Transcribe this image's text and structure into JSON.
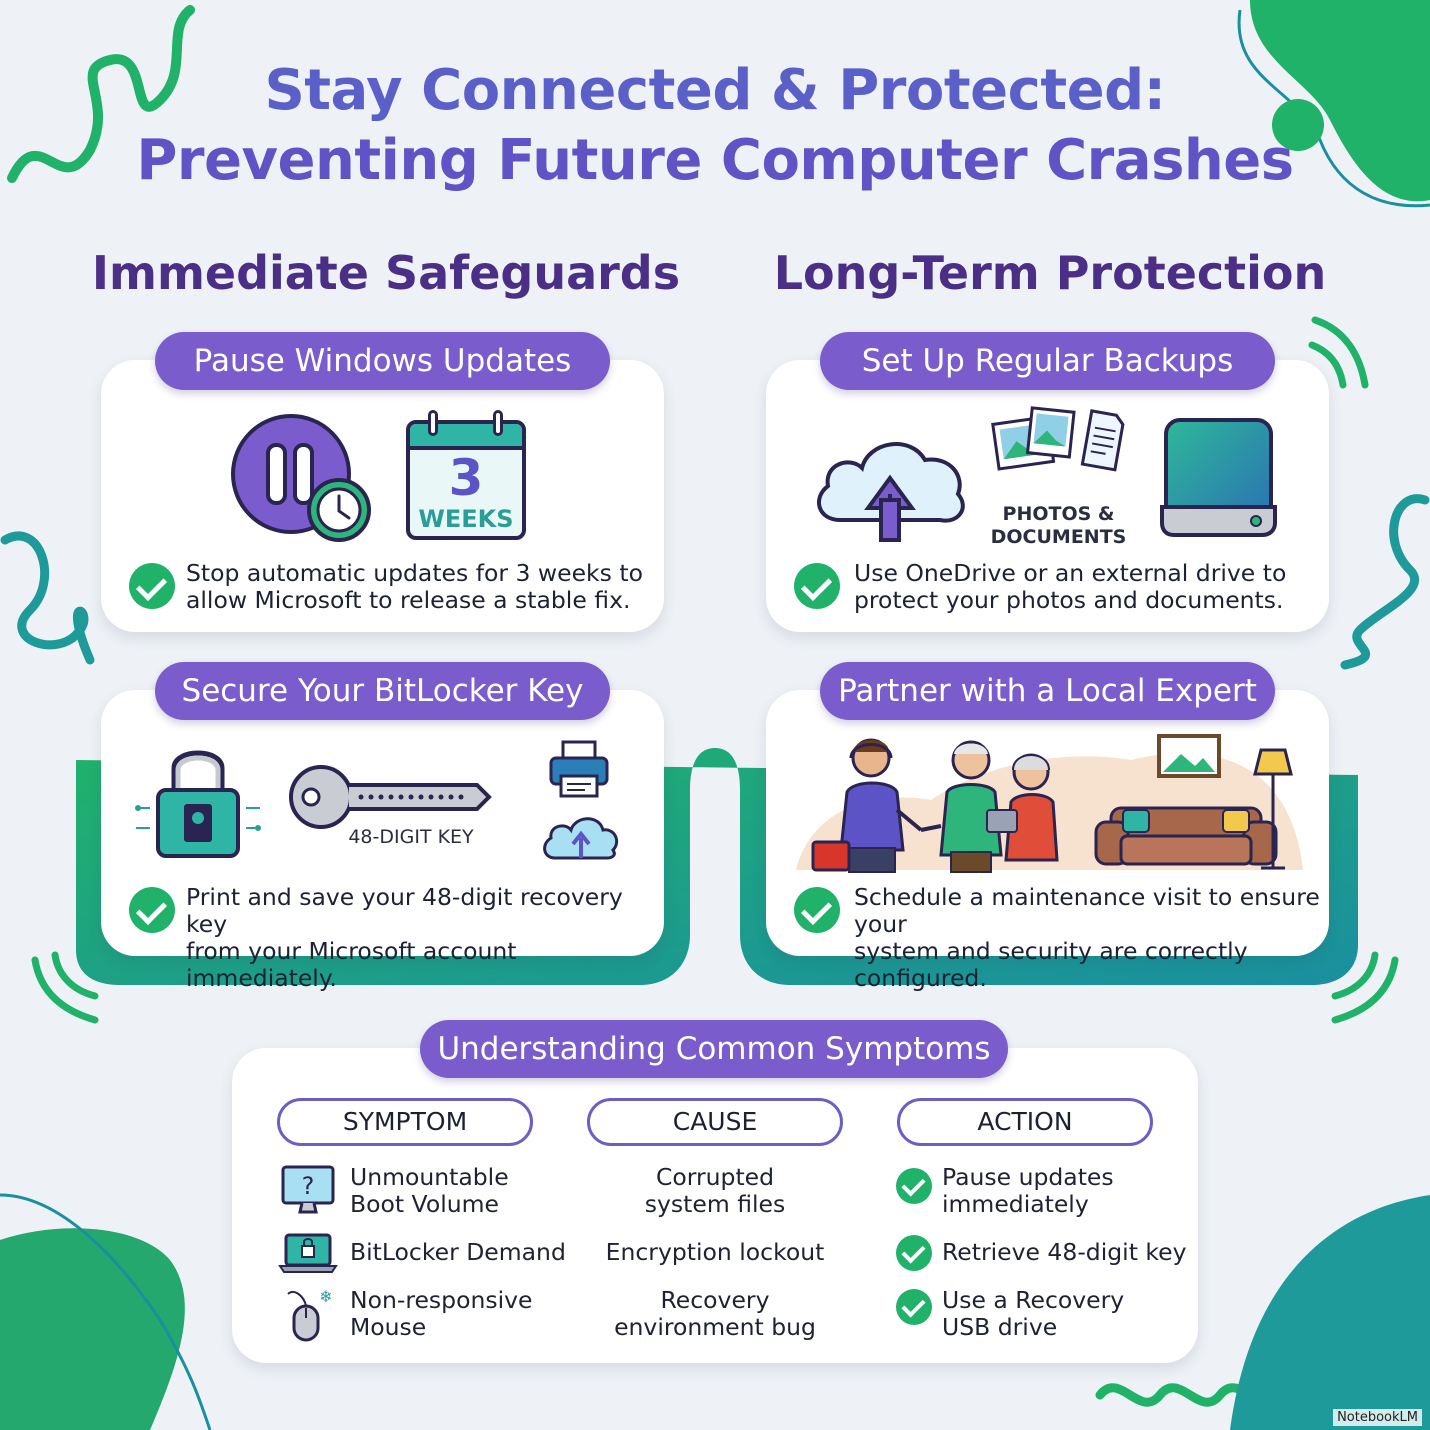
{
  "title": {
    "line1": "Stay Connected & Protected:",
    "line2": "Preventing Future Computer Crashes"
  },
  "left_heading": "Immediate Safeguards",
  "right_heading": "Long-Term Protection",
  "cards": {
    "pause_updates": {
      "title": "Pause Windows Updates",
      "calendar_number": "3",
      "calendar_unit": "WEEKS",
      "text_line1": "Stop automatic updates for 3 weeks to",
      "text_line2": "allow Microsoft to release a stable fix."
    },
    "backups": {
      "title": "Set Up Regular Backups",
      "label_line1": "PHOTOS &",
      "label_line2": "DOCUMENTS",
      "text_line1": "Use OneDrive or an external drive to",
      "text_line2": "protect your photos and documents."
    },
    "bitlocker": {
      "title": "Secure Your BitLocker Key",
      "key_label": "48-DIGIT KEY",
      "text_line1": "Print and save your 48-digit recovery key",
      "text_line2": "from your Microsoft account immediately."
    },
    "expert": {
      "title": "Partner with a Local Expert",
      "text_line1": "Schedule a maintenance visit to ensure your",
      "text_line2": "system and security are correctly configured."
    }
  },
  "symptoms": {
    "title": "Understanding Common Symptoms",
    "columns": [
      "SYMPTOM",
      "CAUSE",
      "ACTION"
    ],
    "rows": [
      {
        "symptom": [
          "Unmountable",
          "Boot Volume"
        ],
        "cause": [
          "Corrupted",
          "system files"
        ],
        "action": [
          "Pause updates",
          "immediately"
        ],
        "icon": "monitor-question-icon"
      },
      {
        "symptom": [
          "BitLocker Demand"
        ],
        "cause": [
          "Encryption lockout"
        ],
        "action": [
          "Retrieve 48-digit key"
        ],
        "icon": "laptop-lock-icon"
      },
      {
        "symptom": [
          "Non-responsive",
          "Mouse"
        ],
        "cause": [
          "Recovery",
          "environment bug"
        ],
        "action": [
          "Use a Recovery",
          "USB drive"
        ],
        "icon": "mouse-icon"
      }
    ]
  },
  "brand": "NotebookLM",
  "colors": {
    "purple": "#7a5ccc",
    "heading_purple": "#4b2f86",
    "green": "#21b26a",
    "teal": "#1f9a9a"
  }
}
